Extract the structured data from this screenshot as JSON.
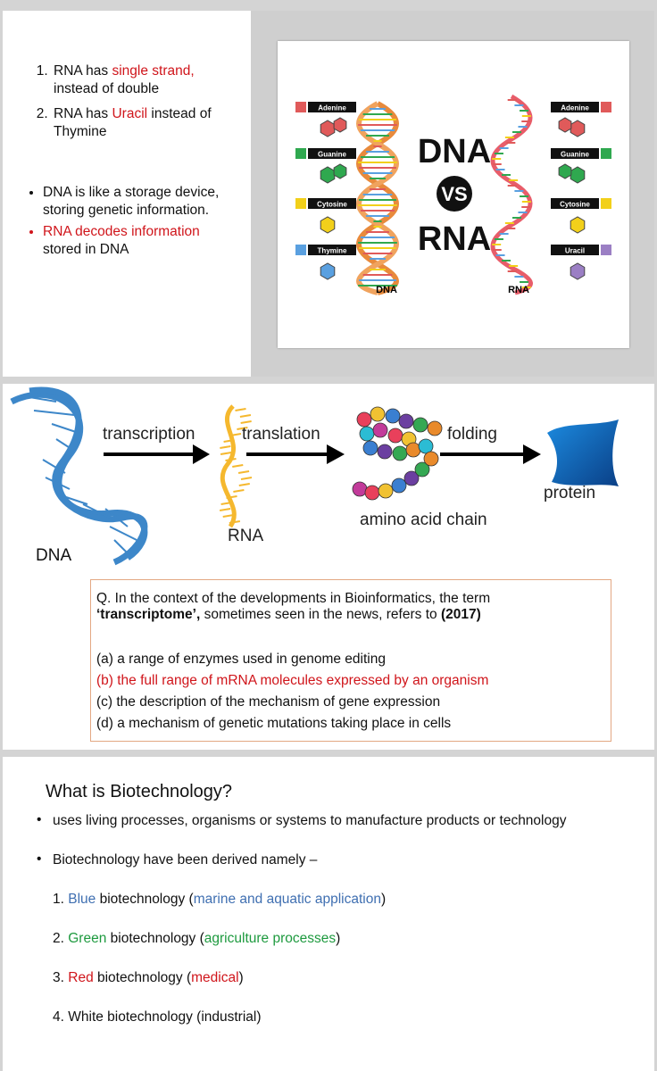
{
  "slide1": {
    "list": [
      {
        "num": "1.",
        "pre": "RNA has ",
        "hl": "single strand,",
        "line2": "instead of double"
      },
      {
        "num": "2.",
        "pre": "RNA has ",
        "hl": "Uracil",
        "post": " instead of",
        "line2": "Thymine"
      }
    ],
    "bullets": [
      {
        "line1": "DNA is like a storage device,",
        "line2": "storing genetic information."
      },
      {
        "line1": "RNA decodes information",
        "line2": "stored in DNA"
      }
    ],
    "figure": {
      "title_dna": "DNA",
      "vs": "VS",
      "title_rna": "RNA",
      "left_labels": [
        "Adenine",
        "Guanine",
        "Cytosine",
        "Thymine"
      ],
      "right_labels": [
        "Adenine",
        "Guanine",
        "Cytosine",
        "Uracil"
      ],
      "left_colors": [
        "#e05a5a",
        "#2fa84f",
        "#f2d01a",
        "#5aa0e0"
      ],
      "right_colors": [
        "#e05a5a",
        "#2fa84f",
        "#f2d01a",
        "#9b7fc4"
      ],
      "caption_dna": "DNA",
      "caption_rna": "RNA"
    }
  },
  "slide2": {
    "diagram": {
      "transcription": "transcription",
      "translation": "translation",
      "folding": "folding",
      "dna": "DNA",
      "rna": "RNA",
      "amino": "amino acid chain",
      "protein": "protein"
    },
    "question": {
      "prefix": "Q. In the context of the developments in Bioinformatics, the term",
      "term": "‘transcriptome’,",
      "suffix": " sometimes seen in the news, refers to ",
      "year": "(2017)",
      "options": [
        "(a) a range of enzymes used in genome editing",
        "(b) the full range of mRNA molecules expressed by an organism",
        "(c) the description of the mechanism of gene expression",
        "(d) a mechanism of genetic mutations taking place in cells"
      ]
    }
  },
  "slide3": {
    "title": "What is Biotechnology?",
    "bullet1": "uses living processes, organisms or systems to manufacture products or technology",
    "bullet2": "Biotechnology have been derived namely –",
    "items": [
      {
        "num": "1.",
        "color": "Blue",
        "mid": " biotechnology (",
        "desc": "marine and aquatic application",
        "end": ")"
      },
      {
        "num": "2.",
        "color": "Green",
        "mid": " biotechnology (",
        "desc": "agriculture processes",
        "end": ")"
      },
      {
        "num": "3.",
        "color": "Red",
        "mid": " biotechnology (",
        "desc": "medical",
        "end": ")"
      },
      {
        "num": "4.",
        "color": "White",
        "mid": " biotechnology (",
        "desc": "industrial",
        "end": ")"
      }
    ]
  }
}
